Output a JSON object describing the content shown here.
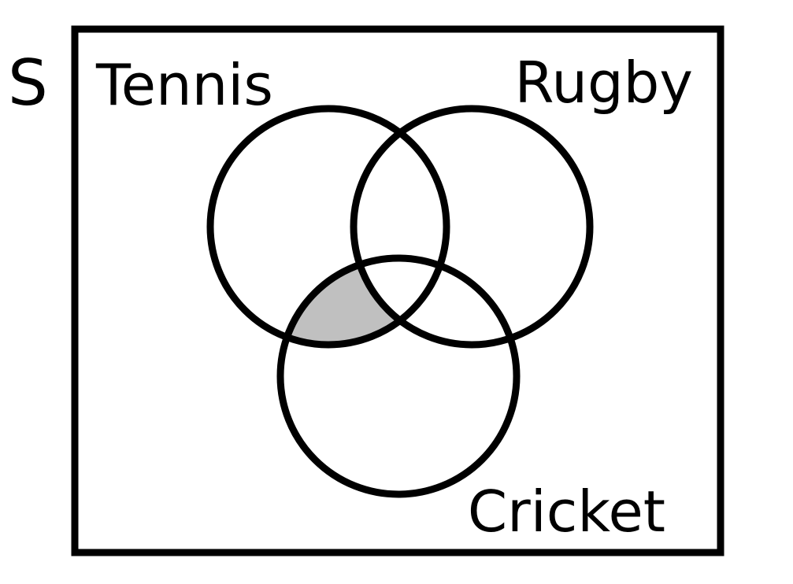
{
  "universal_set": {
    "label": "S"
  },
  "sets": [
    {
      "key": "tennis",
      "label": "Tennis"
    },
    {
      "key": "rugby",
      "label": "Rugby"
    },
    {
      "key": "cricket",
      "label": "Cricket"
    }
  ],
  "shaded_region": {
    "in": [
      "tennis",
      "cricket"
    ],
    "not_in": [
      "rugby"
    ]
  },
  "colors": {
    "stroke": "#000000",
    "shade": "#c0c0c0",
    "background": "#ffffff"
  }
}
